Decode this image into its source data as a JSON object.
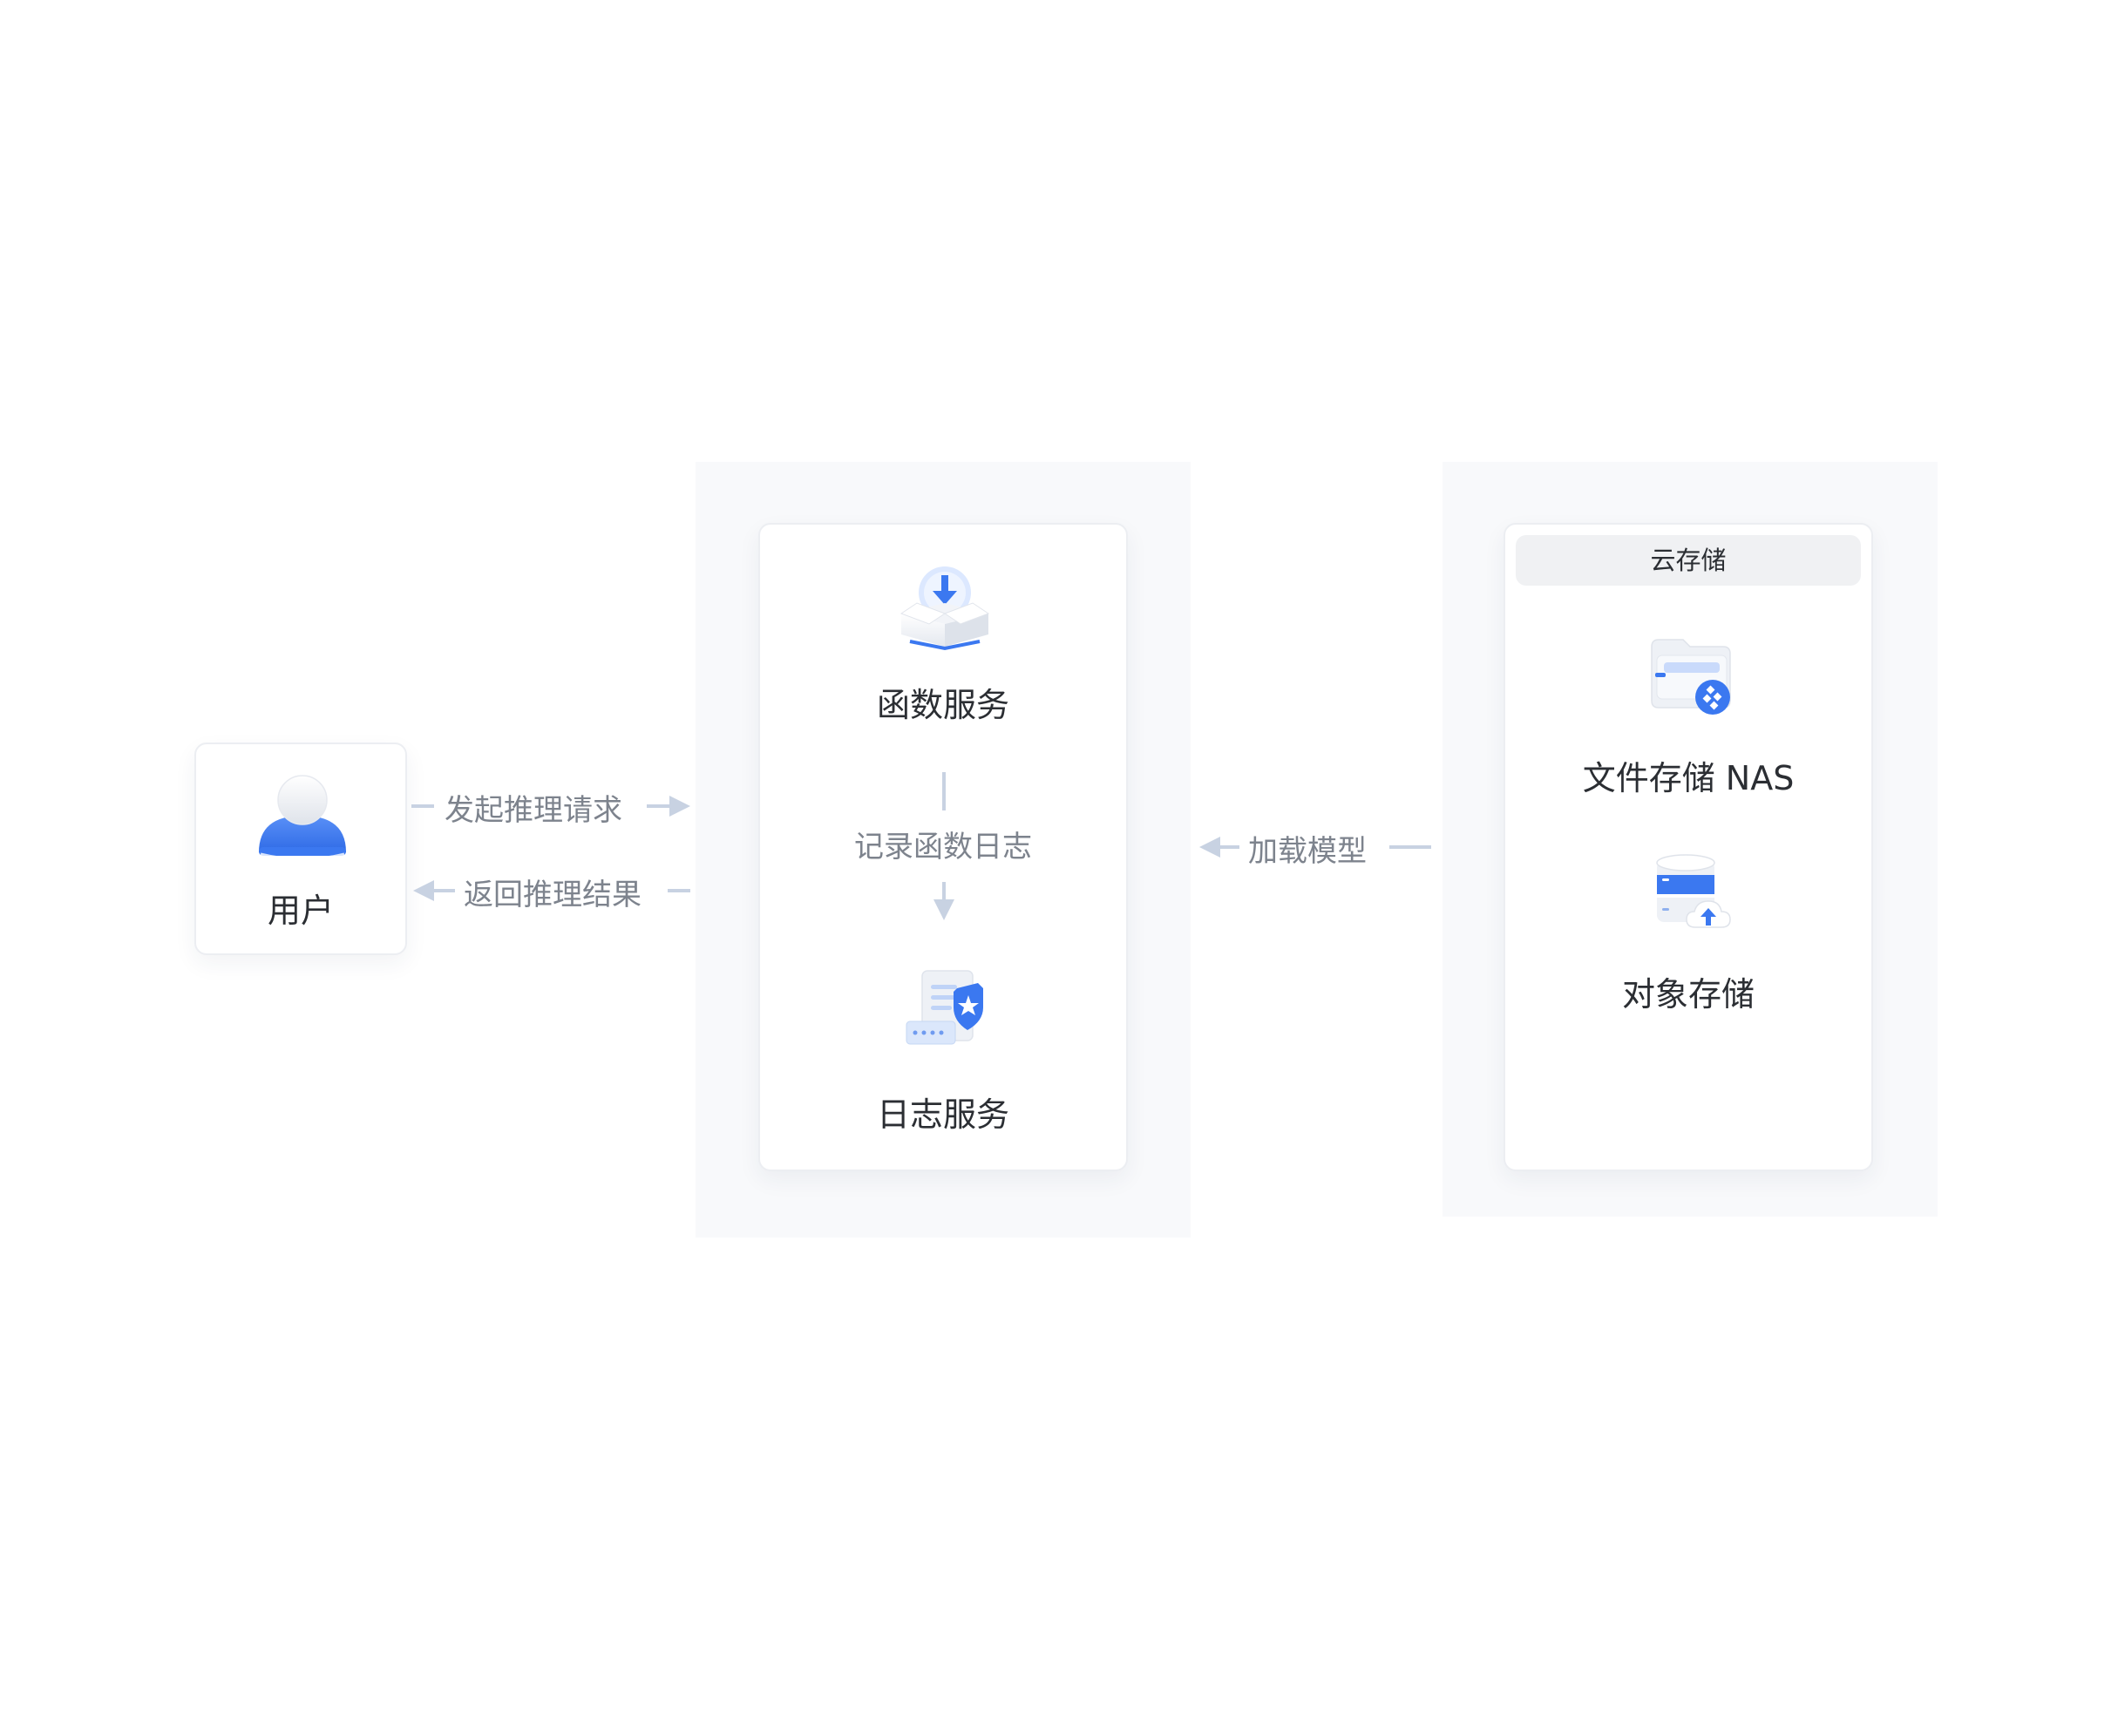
{
  "nodes": {
    "user": {
      "label": "用户",
      "icon": "user-avatar-icon"
    },
    "function_service": {
      "label": "函数服务",
      "icon": "cloud-download-box-icon"
    },
    "log_service": {
      "label": "日志服务",
      "icon": "log-document-shield-icon"
    },
    "cloud_storage": {
      "header": "云存储",
      "items": [
        {
          "label": "文件存储 NAS",
          "icon": "nas-folder-icon"
        },
        {
          "label": "对象存储",
          "icon": "object-storage-database-icon"
        }
      ]
    }
  },
  "edges": {
    "request": {
      "label": "发起推理请求"
    },
    "response": {
      "label": "返回推理结果"
    },
    "log_record": {
      "label": "记录函数日志"
    },
    "load_model": {
      "label": "加载模型"
    }
  },
  "colors": {
    "accent": "#3b78f0",
    "accent_light": "#cfe0ff",
    "connector": "#c8d2e2",
    "zone_bg": "#f8f9fb",
    "text": "#2b2e33",
    "text_muted": "#7d838d"
  }
}
